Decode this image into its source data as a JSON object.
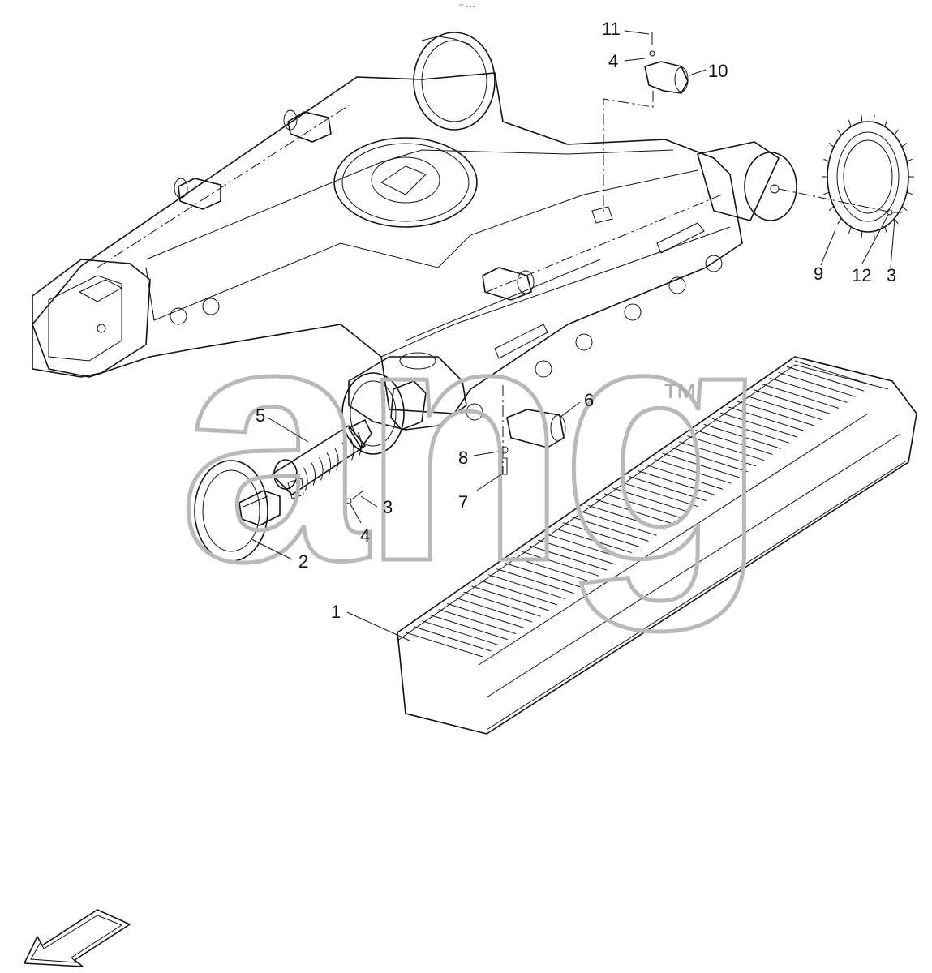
{
  "header_marks": "°° ∘∘∘",
  "watermark": {
    "text": "ang",
    "trademark": "™"
  },
  "callouts": [
    {
      "id": "c1",
      "label": "1"
    },
    {
      "id": "c2",
      "label": "2"
    },
    {
      "id": "c3a",
      "label": "3"
    },
    {
      "id": "c3b",
      "label": "3"
    },
    {
      "id": "c4a",
      "label": "4"
    },
    {
      "id": "c4b",
      "label": "4"
    },
    {
      "id": "c5",
      "label": "5"
    },
    {
      "id": "c6",
      "label": "6"
    },
    {
      "id": "c7",
      "label": "7"
    },
    {
      "id": "c8",
      "label": "8"
    },
    {
      "id": "c9",
      "label": "9"
    },
    {
      "id": "c10",
      "label": "10"
    },
    {
      "id": "c11",
      "label": "11"
    },
    {
      "id": "c12",
      "label": "12"
    }
  ],
  "icons": [
    "direction-arrow-icon"
  ],
  "colors": {
    "line": "#111111",
    "watermark": "#b9b9b9",
    "background": "#ffffff"
  }
}
